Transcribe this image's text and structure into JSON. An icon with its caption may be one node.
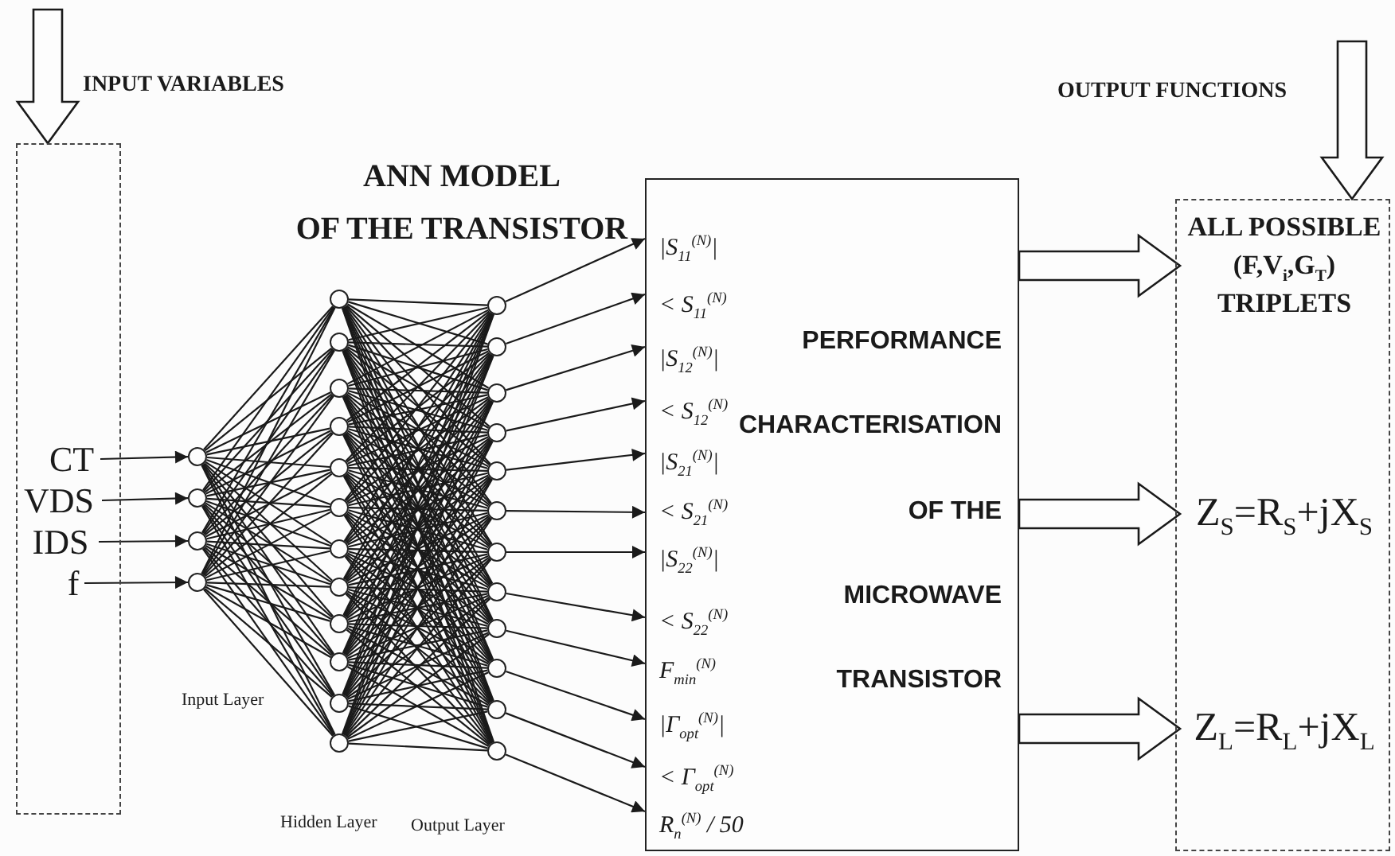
{
  "diagram": {
    "nodes": [
      {
        "text": [],
        "shape": "box"
      },
      {
        "text": [
          "CT"
        ],
        "in": 0
      },
      {
        "text": [
          "VDS"
        ],
        "in": 0
      },
      {
        "text": [
          "IDS"
        ],
        "in": 0
      },
      {
        "text": [
          "f"
        ],
        "in": 0
      },
      {
        "text": [],
        "shape": "circle"
      },
      {
        "text": [],
        "shape": "circle"
      },
      {
        "text": [],
        "shape": "circle"
      },
      {
        "text": [],
        "shape": "circle"
      },
      {
        "text": [],
        "shape": "circle"
      },
      {
        "text": [],
        "shape": "circle"
      },
      {
        "text": [],
        "shape": "circle"
      },
      {
        "text": [],
        "shape": "circle"
      },
      {
        "text": [],
        "shape": "circle"
      },
      {
        "text": [],
        "shape": "circle"
      },
      {
        "text": [],
        "shape": "circle"
      },
      {
        "text": [],
        "shape": "circle"
      },
      {
        "text": [],
        "shape": "circle"
      },
      {
        "text": [],
        "shape": "circle"
      },
      {
        "text": [],
        "shape": "circle"
      },
      {
        "text": [],
        "shape": "circle"
      },
      {
        "text": [],
        "shape": "circle"
      },
      {
        "text": [],
        "shape": "circle"
      },
      {
        "text": [],
        "shape": "circle"
      },
      {
        "text": [],
        "shape": "circle"
      },
      {
        "text": [],
        "shape": "circle"
      },
      {
        "text": [],
        "shape": "circle"
      },
      {
        "text": [],
        "shape": "circle"
      },
      {
        "text": [],
        "shape": "circle"
      },
      {
        "text": [],
        "shape": "circle"
      },
      {
        "text": [],
        "shape": "circle"
      },
      {
        "text": [],
        "shape": "circle"
      },
      {
        "text": [],
        "shape": "circle"
      },
      {
        "text": [
          "|S$_{11}$$^{(N)}$|",
          "< S$_{11}$$^{(N)}$",
          "|S$_{12}$$^{(N)}$|",
          "< S$_{12}$$^{(N)}$",
          "|S$_{21}$$^{(N)}$|",
          "< S$_{21}$$^{(N)}$",
          "|S$_{22}$$^{(N)}$|",
          "< S$_{22}$$^{(N)}$",
          "F$_{min}$$^{(N)}$",
          "|Γ$_{opt}$$^{(N)}$|",
          "< Γ$_{opt}$$^{(N)}$",
          "R$_{n}$$^{(N)}$ / 50",
          "PERFORMANCE",
          "CHARACTERISATION",
          "OF THE",
          "MICROWAVE",
          "TRANSISTOR"
        ]
      },
      {
        "text": [],
        "shape": "box"
      },
      {
        "text": [
          "ALL POSSIBLE (F,V$_{i}$,G$_{T}$) TRIPLETS"
        ],
        "in": 34
      },
      {
        "text": [
          "Z$_{S}$=R$_{S}$+jX$_{S}$"
        ],
        "in": 34
      },
      {
        "text": [
          "Z$_{L}$=R$_{L}$+jX$_{L}$"
        ],
        "in": 34
      }
    ],
    "edges": [
      {
        "from": null,
        "to": 0,
        "arrow": "to",
        "style": "thick"
      },
      {
        "from": null,
        "to": 34,
        "arrow": "to",
        "style": "thick"
      },
      {
        "from": 1,
        "to": 5,
        "arrow": "to"
      },
      {
        "from": 2,
        "to": 6,
        "arrow": "to"
      },
      {
        "from": 3,
        "to": 7,
        "arrow": "to"
      },
      {
        "from": 4,
        "to": 8,
        "arrow": "to"
      },
      {
        "from": 5,
        "to": 9,
        "arrow": "none"
      },
      {
        "from": 5,
        "to": 10,
        "arrow": "none"
      },
      {
        "from": 5,
        "to": 11,
        "arrow": "none"
      },
      {
        "from": 5,
        "to": 12,
        "arrow": "none"
      },
      {
        "from": 5,
        "to": 13,
        "arrow": "none"
      },
      {
        "from": 5,
        "to": 14,
        "arrow": "none"
      },
      {
        "from": 5,
        "to": 15,
        "arrow": "none"
      },
      {
        "from": 5,
        "to": 16,
        "arrow": "none"
      },
      {
        "from": 5,
        "to": 17,
        "arrow": "none"
      },
      {
        "from": 5,
        "to": 18,
        "arrow": "none"
      },
      {
        "from": 5,
        "to": 19,
        "arrow": "none"
      },
      {
        "from": 5,
        "to": 20,
        "arrow": "none"
      },
      {
        "from": 6,
        "to": 9,
        "arrow": "none"
      },
      {
        "from": 6,
        "to": 10,
        "arrow": "none"
      },
      {
        "from": 6,
        "to": 11,
        "arrow": "none"
      },
      {
        "from": 6,
        "to": 12,
        "arrow": "none"
      },
      {
        "from": 6,
        "to": 13,
        "arrow": "none"
      },
      {
        "from": 6,
        "to": 14,
        "arrow": "none"
      },
      {
        "from": 6,
        "to": 15,
        "arrow": "none"
      },
      {
        "from": 6,
        "to": 16,
        "arrow": "none"
      },
      {
        "from": 6,
        "to": 17,
        "arrow": "none"
      },
      {
        "from": 6,
        "to": 18,
        "arrow": "none"
      },
      {
        "from": 6,
        "to": 19,
        "arrow": "none"
      },
      {
        "from": 6,
        "to": 20,
        "arrow": "none"
      },
      {
        "from": 7,
        "to": 9,
        "arrow": "none"
      },
      {
        "from": 7,
        "to": 10,
        "arrow": "none"
      },
      {
        "from": 7,
        "to": 11,
        "arrow": "none"
      },
      {
        "from": 7,
        "to": 12,
        "arrow": "none"
      },
      {
        "from": 7,
        "to": 13,
        "arrow": "none"
      },
      {
        "from": 7,
        "to": 14,
        "arrow": "none"
      },
      {
        "from": 7,
        "to": 15,
        "arrow": "none"
      },
      {
        "from": 7,
        "to": 16,
        "arrow": "none"
      },
      {
        "from": 7,
        "to": 17,
        "arrow": "none"
      },
      {
        "from": 7,
        "to": 18,
        "arrow": "none"
      },
      {
        "from": 7,
        "to": 19,
        "arrow": "none"
      },
      {
        "from": 7,
        "to": 20,
        "arrow": "none"
      },
      {
        "from": 8,
        "to": 9,
        "arrow": "none"
      },
      {
        "from": 8,
        "to": 10,
        "arrow": "none"
      },
      {
        "from": 8,
        "to": 11,
        "arrow": "none"
      },
      {
        "from": 8,
        "to": 12,
        "arrow": "none"
      },
      {
        "from": 8,
        "to": 13,
        "arrow": "none"
      },
      {
        "from": 8,
        "to": 14,
        "arrow": "none"
      },
      {
        "from": 8,
        "to": 15,
        "arrow": "none"
      },
      {
        "from": 8,
        "to": 16,
        "arrow": "none"
      },
      {
        "from": 8,
        "to": 17,
        "arrow": "none"
      },
      {
        "from": 8,
        "to": 18,
        "arrow": "none"
      },
      {
        "from": 8,
        "to": 19,
        "arrow": "none"
      },
      {
        "from": 8,
        "to": 20,
        "arrow": "none"
      },
      {
        "from": 9,
        "to": 21,
        "arrow": "none"
      },
      {
        "from": 9,
        "to": 22,
        "arrow": "none"
      },
      {
        "from": 9,
        "to": 23,
        "arrow": "none"
      },
      {
        "from": 9,
        "to": 24,
        "arrow": "none"
      },
      {
        "from": 9,
        "to": 25,
        "arrow": "none"
      },
      {
        "from": 9,
        "to": 26,
        "arrow": "none"
      },
      {
        "from": 9,
        "to": 27,
        "arrow": "none"
      },
      {
        "from": 9,
        "to": 28,
        "arrow": "none"
      },
      {
        "from": 9,
        "to": 29,
        "arrow": "none"
      },
      {
        "from": 9,
        "to": 30,
        "arrow": "none"
      },
      {
        "from": 9,
        "to": 31,
        "arrow": "none"
      },
      {
        "from": 9,
        "to": 32,
        "arrow": "none"
      },
      {
        "from": 10,
        "to": 21,
        "arrow": "none"
      },
      {
        "from": 10,
        "to": 22,
        "arrow": "none"
      },
      {
        "from": 10,
        "to": 23,
        "arrow": "none"
      },
      {
        "from": 10,
        "to": 24,
        "arrow": "none"
      },
      {
        "from": 10,
        "to": 25,
        "arrow": "none"
      },
      {
        "from": 10,
        "to": 26,
        "arrow": "none"
      },
      {
        "from": 10,
        "to": 27,
        "arrow": "none"
      },
      {
        "from": 10,
        "to": 28,
        "arrow": "none"
      },
      {
        "from": 10,
        "to": 29,
        "arrow": "none"
      },
      {
        "from": 10,
        "to": 30,
        "arrow": "none"
      },
      {
        "from": 10,
        "to": 31,
        "arrow": "none"
      },
      {
        "from": 10,
        "to": 32,
        "arrow": "none"
      },
      {
        "from": 11,
        "to": 21,
        "arrow": "none"
      },
      {
        "from": 11,
        "to": 22,
        "arrow": "none"
      },
      {
        "from": 11,
        "to": 23,
        "arrow": "none"
      },
      {
        "from": 11,
        "to": 24,
        "arrow": "none"
      },
      {
        "from": 11,
        "to": 25,
        "arrow": "none"
      },
      {
        "from": 11,
        "to": 26,
        "arrow": "none"
      },
      {
        "from": 11,
        "to": 27,
        "arrow": "none"
      },
      {
        "from": 11,
        "to": 28,
        "arrow": "none"
      },
      {
        "from": 11,
        "to": 29,
        "arrow": "none"
      },
      {
        "from": 11,
        "to": 30,
        "arrow": "none"
      },
      {
        "from": 11,
        "to": 31,
        "arrow": "none"
      },
      {
        "from": 11,
        "to": 32,
        "arrow": "none"
      },
      {
        "from": 12,
        "to": 21,
        "arrow": "none"
      },
      {
        "from": 12,
        "to": 22,
        "arrow": "none"
      },
      {
        "from": 12,
        "to": 23,
        "arrow": "none"
      },
      {
        "from": 12,
        "to": 24,
        "arrow": "none"
      },
      {
        "from": 12,
        "to": 25,
        "arrow": "none"
      },
      {
        "from": 12,
        "to": 26,
        "arrow": "none"
      },
      {
        "from": 12,
        "to": 27,
        "arrow": "none"
      },
      {
        "from": 12,
        "to": 28,
        "arrow": "none"
      },
      {
        "from": 12,
        "to": 29,
        "arrow": "none"
      },
      {
        "from": 12,
        "to": 30,
        "arrow": "none"
      },
      {
        "from": 12,
        "to": 31,
        "arrow": "none"
      },
      {
        "from": 12,
        "to": 32,
        "arrow": "none"
      },
      {
        "from": 13,
        "to": 21,
        "arrow": "none"
      },
      {
        "from": 13,
        "to": 22,
        "arrow": "none"
      },
      {
        "from": 13,
        "to": 23,
        "arrow": "none"
      },
      {
        "from": 13,
        "to": 24,
        "arrow": "none"
      },
      {
        "from": 13,
        "to": 25,
        "arrow": "none"
      },
      {
        "from": 13,
        "to": 26,
        "arrow": "none"
      },
      {
        "from": 13,
        "to": 27,
        "arrow": "none"
      },
      {
        "from": 13,
        "to": 28,
        "arrow": "none"
      },
      {
        "from": 13,
        "to": 29,
        "arrow": "none"
      },
      {
        "from": 13,
        "to": 30,
        "arrow": "none"
      },
      {
        "from": 13,
        "to": 31,
        "arrow": "none"
      },
      {
        "from": 13,
        "to": 32,
        "arrow": "none"
      },
      {
        "from": 14,
        "to": 21,
        "arrow": "none"
      },
      {
        "from": 14,
        "to": 22,
        "arrow": "none"
      },
      {
        "from": 14,
        "to": 23,
        "arrow": "none"
      },
      {
        "from": 14,
        "to": 24,
        "arrow": "none"
      },
      {
        "from": 14,
        "to": 25,
        "arrow": "none"
      },
      {
        "from": 14,
        "to": 26,
        "arrow": "none"
      },
      {
        "from": 14,
        "to": 27,
        "arrow": "none"
      },
      {
        "from": 14,
        "to": 28,
        "arrow": "none"
      },
      {
        "from": 14,
        "to": 29,
        "arrow": "none"
      },
      {
        "from": 14,
        "to": 30,
        "arrow": "none"
      },
      {
        "from": 14,
        "to": 31,
        "arrow": "none"
      },
      {
        "from": 14,
        "to": 32,
        "arrow": "none"
      },
      {
        "from": 15,
        "to": 21,
        "arrow": "none"
      },
      {
        "from": 15,
        "to": 22,
        "arrow": "none"
      },
      {
        "from": 15,
        "to": 23,
        "arrow": "none"
      },
      {
        "from": 15,
        "to": 24,
        "arrow": "none"
      },
      {
        "from": 15,
        "to": 25,
        "arrow": "none"
      },
      {
        "from": 15,
        "to": 26,
        "arrow": "none"
      },
      {
        "from": 15,
        "to": 27,
        "arrow": "none"
      },
      {
        "from": 15,
        "to": 28,
        "arrow": "none"
      },
      {
        "from": 15,
        "to": 29,
        "arrow": "none"
      },
      {
        "from": 15,
        "to": 30,
        "arrow": "none"
      },
      {
        "from": 15,
        "to": 31,
        "arrow": "none"
      },
      {
        "from": 15,
        "to": 32,
        "arrow": "none"
      },
      {
        "from": 16,
        "to": 21,
        "arrow": "none"
      },
      {
        "from": 16,
        "to": 22,
        "arrow": "none"
      },
      {
        "from": 16,
        "to": 23,
        "arrow": "none"
      },
      {
        "from": 16,
        "to": 24,
        "arrow": "none"
      },
      {
        "from": 16,
        "to": 25,
        "arrow": "none"
      },
      {
        "from": 16,
        "to": 26,
        "arrow": "none"
      },
      {
        "from": 16,
        "to": 27,
        "arrow": "none"
      },
      {
        "from": 16,
        "to": 28,
        "arrow": "none"
      },
      {
        "from": 16,
        "to": 29,
        "arrow": "none"
      },
      {
        "from": 16,
        "to": 30,
        "arrow": "none"
      },
      {
        "from": 16,
        "to": 31,
        "arrow": "none"
      },
      {
        "from": 16,
        "to": 32,
        "arrow": "none"
      },
      {
        "from": 17,
        "to": 21,
        "arrow": "none"
      },
      {
        "from": 17,
        "to": 22,
        "arrow": "none"
      },
      {
        "from": 17,
        "to": 23,
        "arrow": "none"
      },
      {
        "from": 17,
        "to": 24,
        "arrow": "none"
      },
      {
        "from": 17,
        "to": 25,
        "arrow": "none"
      },
      {
        "from": 17,
        "to": 26,
        "arrow": "none"
      },
      {
        "from": 17,
        "to": 27,
        "arrow": "none"
      },
      {
        "from": 17,
        "to": 28,
        "arrow": "none"
      },
      {
        "from": 17,
        "to": 29,
        "arrow": "none"
      },
      {
        "from": 17,
        "to": 30,
        "arrow": "none"
      },
      {
        "from": 17,
        "to": 31,
        "arrow": "none"
      },
      {
        "from": 17,
        "to": 32,
        "arrow": "none"
      },
      {
        "from": 18,
        "to": 21,
        "arrow": "none"
      },
      {
        "from": 18,
        "to": 22,
        "arrow": "none"
      },
      {
        "from": 18,
        "to": 23,
        "arrow": "none"
      },
      {
        "from": 18,
        "to": 24,
        "arrow": "none"
      },
      {
        "from": 18,
        "to": 25,
        "arrow": "none"
      },
      {
        "from": 18,
        "to": 26,
        "arrow": "none"
      },
      {
        "from": 18,
        "to": 27,
        "arrow": "none"
      },
      {
        "from": 18,
        "to": 28,
        "arrow": "none"
      },
      {
        "from": 18,
        "to": 29,
        "arrow": "none"
      },
      {
        "from": 18,
        "to": 30,
        "arrow": "none"
      },
      {
        "from": 18,
        "to": 31,
        "arrow": "none"
      },
      {
        "from": 18,
        "to": 32,
        "arrow": "none"
      },
      {
        "from": 19,
        "to": 21,
        "arrow": "none"
      },
      {
        "from": 19,
        "to": 22,
        "arrow": "none"
      },
      {
        "from": 19,
        "to": 23,
        "arrow": "none"
      },
      {
        "from": 19,
        "to": 24,
        "arrow": "none"
      },
      {
        "from": 19,
        "to": 25,
        "arrow": "none"
      },
      {
        "from": 19,
        "to": 26,
        "arrow": "none"
      },
      {
        "from": 19,
        "to": 27,
        "arrow": "none"
      },
      {
        "from": 19,
        "to": 28,
        "arrow": "none"
      },
      {
        "from": 19,
        "to": 29,
        "arrow": "none"
      },
      {
        "from": 19,
        "to": 30,
        "arrow": "none"
      },
      {
        "from": 19,
        "to": 31,
        "arrow": "none"
      },
      {
        "from": 19,
        "to": 32,
        "arrow": "none"
      },
      {
        "from": 20,
        "to": 21,
        "arrow": "none"
      },
      {
        "from": 20,
        "to": 22,
        "arrow": "none"
      },
      {
        "from": 20,
        "to": 23,
        "arrow": "none"
      },
      {
        "from": 20,
        "to": 24,
        "arrow": "none"
      },
      {
        "from": 20,
        "to": 25,
        "arrow": "none"
      },
      {
        "from": 20,
        "to": 26,
        "arrow": "none"
      },
      {
        "from": 20,
        "to": 27,
        "arrow": "none"
      },
      {
        "from": 20,
        "to": 28,
        "arrow": "none"
      },
      {
        "from": 20,
        "to": 29,
        "arrow": "none"
      },
      {
        "from": 20,
        "to": 30,
        "arrow": "none"
      },
      {
        "from": 20,
        "to": 31,
        "arrow": "none"
      },
      {
        "from": 20,
        "to": 32,
        "arrow": "none"
      },
      {
        "from": 21,
        "to": 33,
        "arrow": "to"
      },
      {
        "from": 22,
        "to": 33,
        "arrow": "to"
      },
      {
        "from": 23,
        "to": 33,
        "arrow": "to"
      },
      {
        "from": 24,
        "to": 33,
        "arrow": "to"
      },
      {
        "from": 25,
        "to": 33,
        "arrow": "to"
      },
      {
        "from": 26,
        "to": 33,
        "arrow": "to"
      },
      {
        "from": 27,
        "to": 33,
        "arrow": "to"
      },
      {
        "from": 28,
        "to": 33,
        "arrow": "to"
      },
      {
        "from": 29,
        "to": 33,
        "arrow": "to"
      },
      {
        "from": 30,
        "to": 33,
        "arrow": "to"
      },
      {
        "from": 31,
        "to": 33,
        "arrow": "to"
      },
      {
        "from": 32,
        "to": 33,
        "arrow": "to"
      },
      {
        "from": 33,
        "to": 35,
        "arrow": "to",
        "style": "thick"
      },
      {
        "from": 33,
        "to": 36,
        "arrow": "to",
        "style": "thick"
      },
      {
        "from": 33,
        "to": 37,
        "arrow": "to",
        "style": "thick"
      }
    ],
    "labels": [
      "INPUT VARIABLES",
      "ANN MODEL",
      "OF THE TRANSISTOR",
      "OUTPUT FUNCTIONS",
      "Input Layer",
      "Hidden Layer",
      "Output Layer"
    ]
  }
}
